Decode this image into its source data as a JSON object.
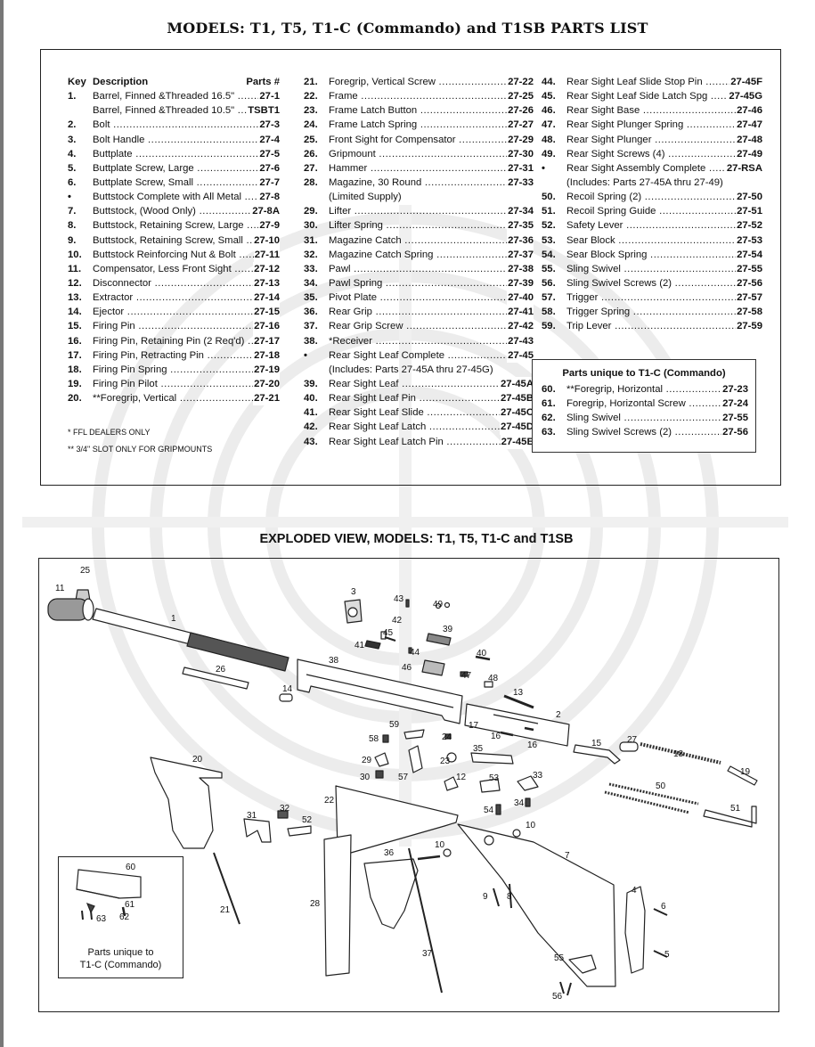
{
  "title": "MODELS: T1, T5, T1-C (Commando) and T1SB PARTS LIST",
  "header": {
    "key": "Key",
    "description": "Description",
    "parts": "Parts #"
  },
  "column1": [
    {
      "key": "1.",
      "desc": "Barrel, Finned &Threaded 16.5\"",
      "part": "27-1"
    },
    {
      "key": "",
      "desc": "Barrel, Finned &Threaded 10.5\"",
      "part": "TSBT1"
    },
    {
      "key": "2.",
      "desc": "Bolt",
      "part": "27-3"
    },
    {
      "key": "3.",
      "desc": "Bolt Handle",
      "part": "27-4"
    },
    {
      "key": "4.",
      "desc": "Buttplate",
      "part": "27-5"
    },
    {
      "key": "5.",
      "desc": "Buttplate Screw, Large",
      "part": "27-6"
    },
    {
      "key": "6.",
      "desc": "Buttplate Screw, Small",
      "part": "27-7"
    },
    {
      "key": "•",
      "desc": "Buttstock Complete with All Metal",
      "part": "27-8"
    },
    {
      "key": "7.",
      "desc": "Buttstock, (Wood Only)",
      "part": "27-8A"
    },
    {
      "key": "8.",
      "desc": "Buttstock, Retaining Screw, Large",
      "part": "27-9"
    },
    {
      "key": "9.",
      "desc": "Buttstock, Retaining Screw, Small",
      "part": "27-10"
    },
    {
      "key": "10.",
      "desc": "Buttstock Reinforcing Nut & Bolt",
      "part": "27-11"
    },
    {
      "key": "11.",
      "desc": "Compensator, Less Front Sight",
      "part": "27-12"
    },
    {
      "key": "12.",
      "desc": "Disconnector",
      "part": "27-13"
    },
    {
      "key": "13.",
      "desc": "Extractor",
      "part": "27-14"
    },
    {
      "key": "14.",
      "desc": "Ejector",
      "part": "27-15"
    },
    {
      "key": "15.",
      "desc": "Firing Pin",
      "part": "27-16"
    },
    {
      "key": "16.",
      "desc": "Firing Pin, Retaining Pin (2 Req'd)",
      "part": "27-17"
    },
    {
      "key": "17.",
      "desc": "Firing Pin, Retracting Pin",
      "part": "27-18"
    },
    {
      "key": "18.",
      "desc": "Firing Pin Spring",
      "part": "27-19"
    },
    {
      "key": "19.",
      "desc": "Firing Pin Pilot",
      "part": "27-20"
    },
    {
      "key": "20.",
      "desc": "**Foregrip, Vertical",
      "part": "27-21"
    }
  ],
  "notes": [
    "* FFL DEALERS ONLY",
    "** 3/4\" SLOT ONLY FOR GRIPMOUNTS"
  ],
  "column2": [
    {
      "key": "21.",
      "desc": "Foregrip, Vertical Screw",
      "part": "27-22"
    },
    {
      "key": "22.",
      "desc": "Frame",
      "part": "27-25"
    },
    {
      "key": "23.",
      "desc": "Frame Latch Button",
      "part": "27-26"
    },
    {
      "key": "24.",
      "desc": "Frame Latch Spring",
      "part": "27-27"
    },
    {
      "key": "25.",
      "desc": "Front Sight for Compensator",
      "part": "27-29"
    },
    {
      "key": "26.",
      "desc": "Gripmount",
      "part": "27-30"
    },
    {
      "key": "27.",
      "desc": "Hammer",
      "part": "27-31"
    },
    {
      "key": "28.",
      "desc": "Magazine, 30 Round",
      "part": "27-33"
    },
    {
      "key": "",
      "desc": "(Limited Supply)",
      "part": ""
    },
    {
      "key": "29.",
      "desc": "Lifter",
      "part": "27-34"
    },
    {
      "key": "30.",
      "desc": "Lifter Spring",
      "part": "27-35"
    },
    {
      "key": "31.",
      "desc": "Magazine Catch",
      "part": "27-36"
    },
    {
      "key": "32.",
      "desc": "Magazine Catch Spring",
      "part": "27-37"
    },
    {
      "key": "33.",
      "desc": "Pawl",
      "part": "27-38"
    },
    {
      "key": "34.",
      "desc": "Pawl Spring",
      "part": "27-39"
    },
    {
      "key": "35.",
      "desc": "Pivot Plate",
      "part": "27-40"
    },
    {
      "key": "36.",
      "desc": "Rear Grip",
      "part": "27-41"
    },
    {
      "key": "37.",
      "desc": "Rear Grip Screw",
      "part": "27-42"
    },
    {
      "key": "38.",
      "desc": "*Receiver",
      "part": "27-43"
    },
    {
      "key": "•",
      "desc": "Rear Sight Leaf Complete",
      "part": "27-45"
    },
    {
      "key": "",
      "desc": "(Includes: Parts 27-45A thru 27-45G)",
      "part": ""
    },
    {
      "key": "39.",
      "desc": "Rear Sight Leaf",
      "part": "27-45A"
    },
    {
      "key": "40.",
      "desc": "Rear Sight Leaf Pin",
      "part": "27-45B"
    },
    {
      "key": "41.",
      "desc": "Rear Sight Leaf Slide",
      "part": "27-45C"
    },
    {
      "key": "42.",
      "desc": "Rear Sight Leaf Latch",
      "part": "27-45D"
    },
    {
      "key": "43.",
      "desc": "Rear Sight Leaf Latch Pin",
      "part": "27-45E"
    }
  ],
  "column3": [
    {
      "key": "44.",
      "desc": "Rear Sight Leaf Slide Stop Pin",
      "part": "27-45F"
    },
    {
      "key": "45.",
      "desc": "Rear Sight Leaf Side Latch Spg",
      "part": "27-45G"
    },
    {
      "key": "46.",
      "desc": "Rear Sight Base",
      "part": "27-46"
    },
    {
      "key": "47.",
      "desc": "Rear Sight Plunger Spring",
      "part": "27-47"
    },
    {
      "key": "48.",
      "desc": "Rear Sight Plunger",
      "part": "27-48"
    },
    {
      "key": "49.",
      "desc": "Rear Sight Screws (4)",
      "part": "27-49"
    },
    {
      "key": "•",
      "desc": "Rear Sight Assembly Complete",
      "part": "27-RSA"
    },
    {
      "key": "",
      "desc": "(Includes: Parts 27-45A thru 27-49)",
      "part": ""
    },
    {
      "key": "50.",
      "desc": "Recoil Spring (2)",
      "part": "27-50"
    },
    {
      "key": "51.",
      "desc": "Recoil Spring Guide",
      "part": "27-51"
    },
    {
      "key": "52.",
      "desc": "Safety Lever",
      "part": "27-52"
    },
    {
      "key": "53.",
      "desc": "Sear Block",
      "part": "27-53"
    },
    {
      "key": "54.",
      "desc": "Sear Block Spring",
      "part": "27-54"
    },
    {
      "key": "55.",
      "desc": "Sling Swivel",
      "part": "27-55"
    },
    {
      "key": "56.",
      "desc": "Sling Swivel Screws (2)",
      "part": "27-56"
    },
    {
      "key": "57.",
      "desc": "Trigger",
      "part": "27-57"
    },
    {
      "key": "58.",
      "desc": "Trigger Spring",
      "part": "27-58"
    },
    {
      "key": "59.",
      "desc": "Trip Lever",
      "part": "27-59"
    }
  ],
  "unique": {
    "title": "Parts unique to T1-C (Commando)",
    "items": [
      {
        "key": "60.",
        "desc": "**Foregrip, Horizontal",
        "part": "27-23"
      },
      {
        "key": "61.",
        "desc": "Foregrip, Horizontal Screw",
        "part": "27-24"
      },
      {
        "key": "62.",
        "desc": "Sling Swivel",
        "part": "27-55"
      },
      {
        "key": "63.",
        "desc": "Sling Swivel Screws (2)",
        "part": "27-56"
      }
    ]
  },
  "exploded": {
    "title": "EXPLODED VIEW, MODELS: T1, T5, T1-C and T1SB",
    "inset_caption_1": "Parts unique to",
    "inset_caption_2": "T1-C (Commando)",
    "callouts": [
      "1",
      "2",
      "3",
      "4",
      "5",
      "6",
      "7",
      "8",
      "9",
      "10",
      "10",
      "11",
      "12",
      "13",
      "14",
      "15",
      "16",
      "16",
      "17",
      "18",
      "19",
      "20",
      "21",
      "22",
      "23",
      "24",
      "25",
      "26",
      "27",
      "28",
      "29",
      "30",
      "31",
      "32",
      "33",
      "34",
      "35",
      "36",
      "37",
      "38",
      "39",
      "40",
      "41",
      "42",
      "43",
      "44",
      "45",
      "46",
      "47",
      "48",
      "49",
      "50",
      "51",
      "52",
      "53",
      "54",
      "55",
      "56",
      "57",
      "58",
      "59"
    ],
    "inset_callouts": [
      "60",
      "61",
      "62",
      "63"
    ]
  }
}
